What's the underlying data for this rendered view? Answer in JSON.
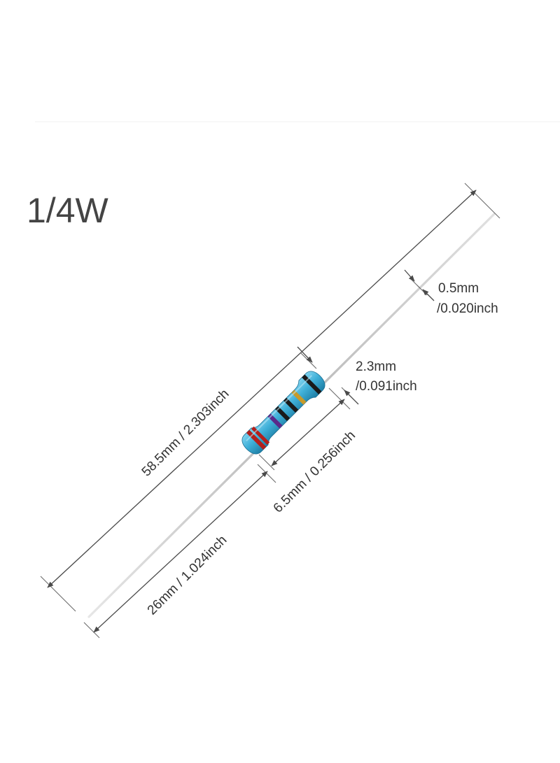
{
  "title": "1/4W",
  "dimensions": {
    "lead_diameter_mm": "0.5mm",
    "lead_diameter_inch": "/0.020inch",
    "body_diameter_mm": "2.3mm",
    "body_diameter_inch": "/0.091inch",
    "total_length": "58.5mm / 2.303inch",
    "body_length": "6.5mm / 0.256inch",
    "lead_length": "26mm / 1.024inch"
  },
  "colors": {
    "body": "#3fb0d8",
    "body_shadow": "#1e7fa6",
    "band_1": "#b3201c",
    "band_2": "#1a1a1a",
    "band_3": "#5a2a8a",
    "band_4": "#1a1a1a",
    "band_5": "#c79a2a",
    "lead": "#c8c8c8",
    "dimension_line": "#4a4a4a"
  }
}
